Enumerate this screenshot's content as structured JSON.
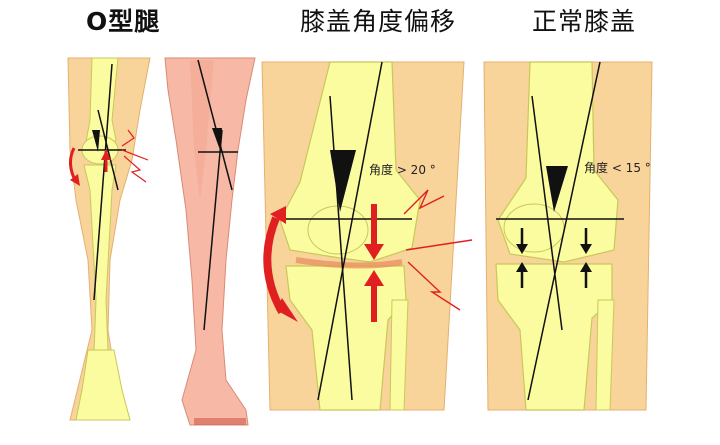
{
  "titles": {
    "o_leg": "O型腿",
    "offset": "膝盖角度偏移",
    "normal": "正常膝盖"
  },
  "labels": {
    "angle_offset": "角度 > 20 °",
    "angle_normal": "角度 < 15 °"
  },
  "colors": {
    "bone_fill": "#fbfba0",
    "bone_stroke": "#c8c85a",
    "skin_panel": "#f8d49a",
    "skin_leg": "#f7b9a6",
    "pain_red": "#e02020",
    "outline": "#111111"
  },
  "icons": [
    "angle-wedge-icon",
    "compression-arrow-icon",
    "pain-burst-icon",
    "rotation-arrow-icon"
  ]
}
